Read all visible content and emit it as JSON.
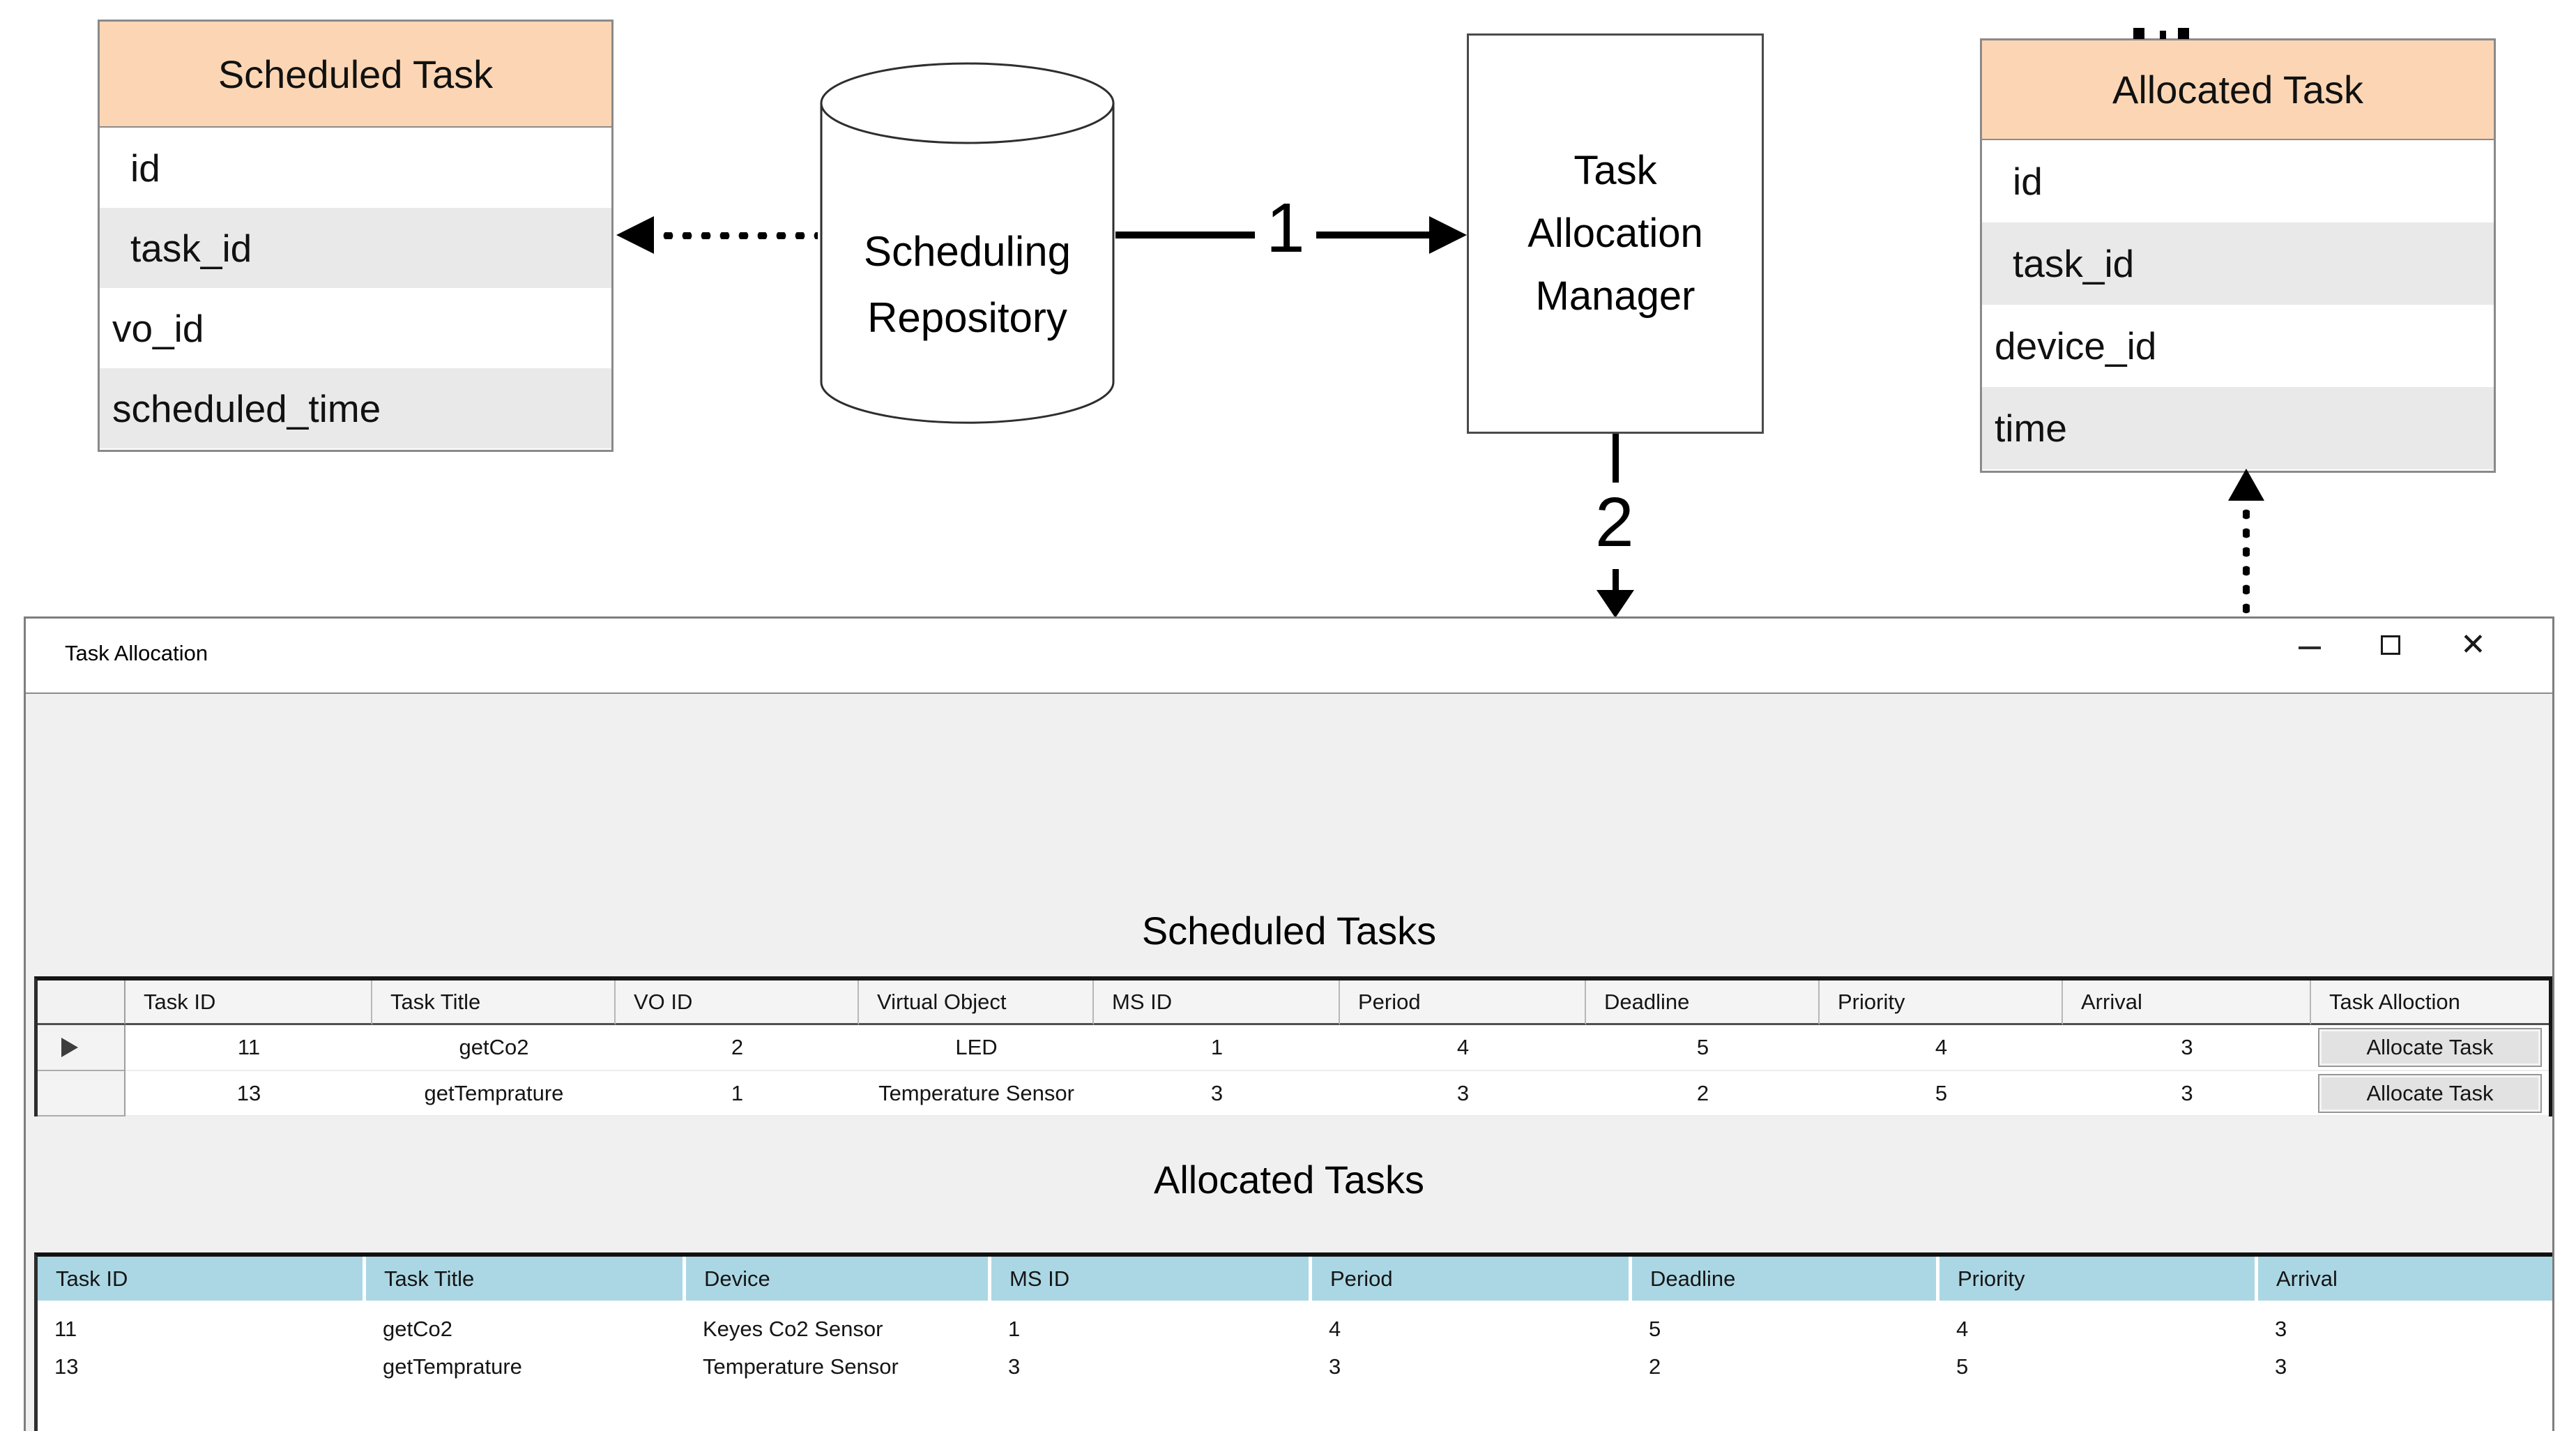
{
  "diagram": {
    "scheduled_entity": {
      "title": "Scheduled Task",
      "fields": [
        "id",
        "task_id",
        "vo_id",
        "scheduled_time"
      ]
    },
    "repository": {
      "line1": "Scheduling",
      "line2": "Repository"
    },
    "manager": {
      "line1": "Task",
      "line2": "Allocation",
      "line3": "Manager"
    },
    "allocated_entity": {
      "title": "Allocated Task",
      "fields": [
        "id",
        "task_id",
        "device_id",
        "time"
      ]
    },
    "step1_label": "1",
    "step2_label": "2"
  },
  "window": {
    "title": "Task Allocation",
    "controls": {
      "close_glyph": "✕"
    },
    "scheduled": {
      "heading": "Scheduled Tasks",
      "columns": [
        "Task ID",
        "Task Title",
        "VO ID",
        "Virtual Object",
        "MS ID",
        "Period",
        "Deadline",
        "Priority",
        "Arrival",
        "Task Alloction"
      ],
      "rows": [
        {
          "cells": [
            "11",
            "getCo2",
            "2",
            "LED",
            "1",
            "4",
            "5",
            "4",
            "3"
          ],
          "button": "Allocate Task"
        },
        {
          "cells": [
            "13",
            "getTemprature",
            "1",
            "Temperature Sensor",
            "3",
            "3",
            "2",
            "5",
            "3"
          ],
          "button": "Allocate Task"
        }
      ]
    },
    "allocated": {
      "heading": "Allocated Tasks",
      "columns": [
        "Task ID",
        "Task Title",
        "Device",
        "MS ID",
        "Period",
        "Deadline",
        "Priority",
        "Arrival"
      ],
      "rows": [
        [
          "11",
          "getCo2",
          "Keyes Co2 Sensor",
          "1",
          "4",
          "5",
          "4",
          "3"
        ],
        [
          "13",
          "getTemprature",
          "Temperature Sensor",
          "3",
          "3",
          "2",
          "5",
          "3"
        ]
      ]
    }
  },
  "colors": {
    "entity_header": "#fcd6b4",
    "entity_alt_row": "#e9e9e9",
    "allocated_header": "#abd7e4",
    "window_bg": "#f0f0f0"
  }
}
